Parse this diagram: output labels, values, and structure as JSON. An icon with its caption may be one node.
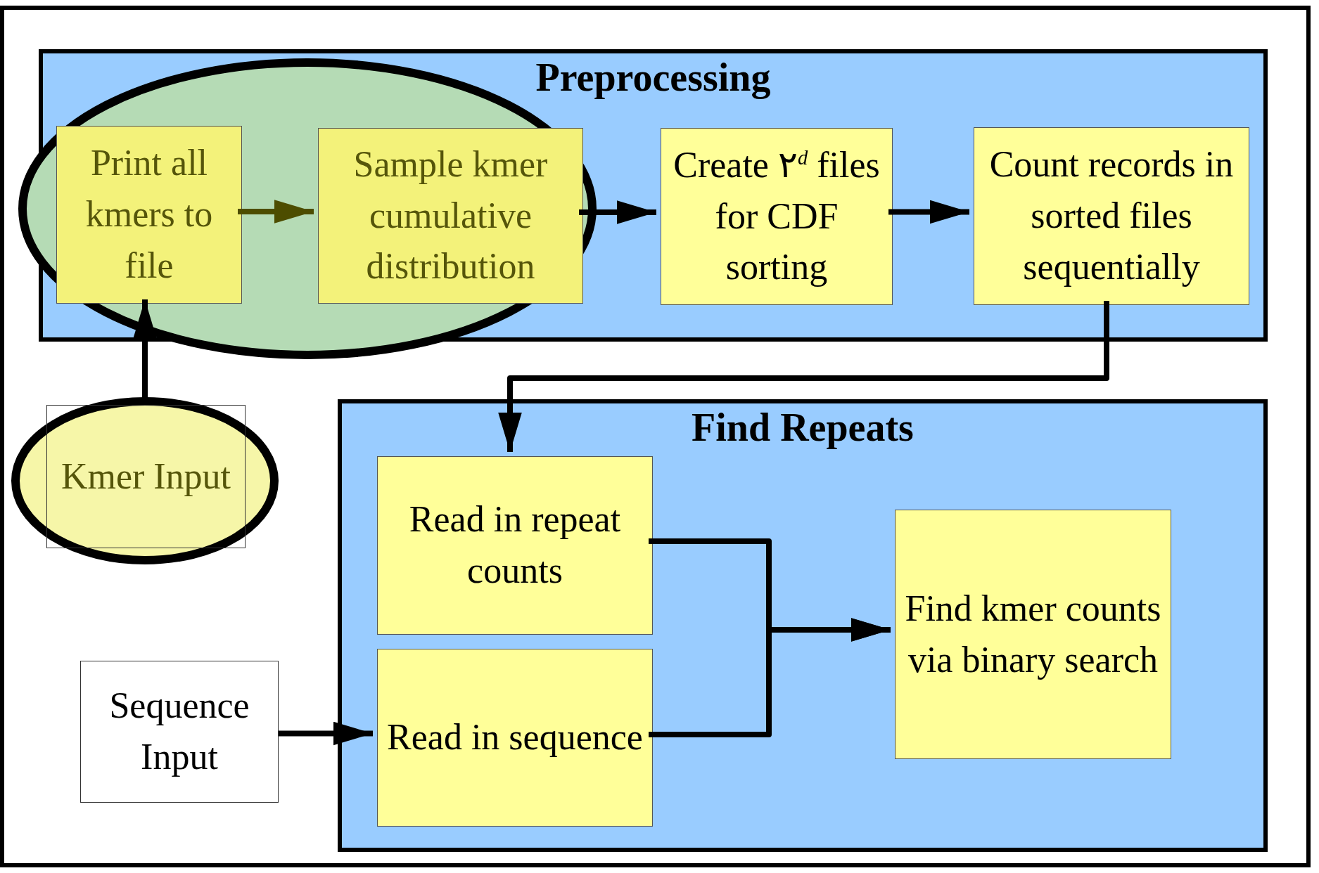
{
  "diagram": {
    "nodes": [
      {
        "text": [
          "Preprocessing"
        ]
      },
      {
        "text": [
          "Print all kmers to file"
        ],
        "in": 0
      },
      {
        "text": [
          "Sample kmer cumulative distribution"
        ],
        "in": 0
      },
      {
        "text": [
          "Create ٢$^{d}$ files for CDF sorting"
        ],
        "in": 0
      },
      {
        "text": [
          "Count records in sorted files sequentially"
        ],
        "in": 0
      },
      {
        "text": [
          "Kmer Input"
        ]
      },
      {
        "text": [
          "Find Repeats"
        ]
      },
      {
        "text": [
          "Read in repeat counts"
        ],
        "in": 6
      },
      {
        "text": [
          "Read in sequence"
        ],
        "in": 6
      },
      {
        "text": [
          "Find kmer counts via binary search"
        ],
        "in": 6
      },
      {
        "text": [
          "Sequence Input"
        ]
      }
    ],
    "edges": [
      {
        "from": 1,
        "to": 2,
        "arrow": "to",
        "color": "#4d4d00"
      },
      {
        "from": 2,
        "to": 3,
        "arrow": "to"
      },
      {
        "from": 3,
        "to": 4,
        "arrow": "to"
      },
      {
        "from": 4,
        "to": 7,
        "arrow": "to"
      },
      {
        "from": 5,
        "to": 1,
        "arrow": "to"
      },
      {
        "from": 10,
        "to": 8,
        "arrow": "to"
      },
      {
        "from": 7,
        "to": 9,
        "arrow": "to"
      },
      {
        "from": 8,
        "to": 9,
        "arrow": "to"
      }
    ]
  }
}
